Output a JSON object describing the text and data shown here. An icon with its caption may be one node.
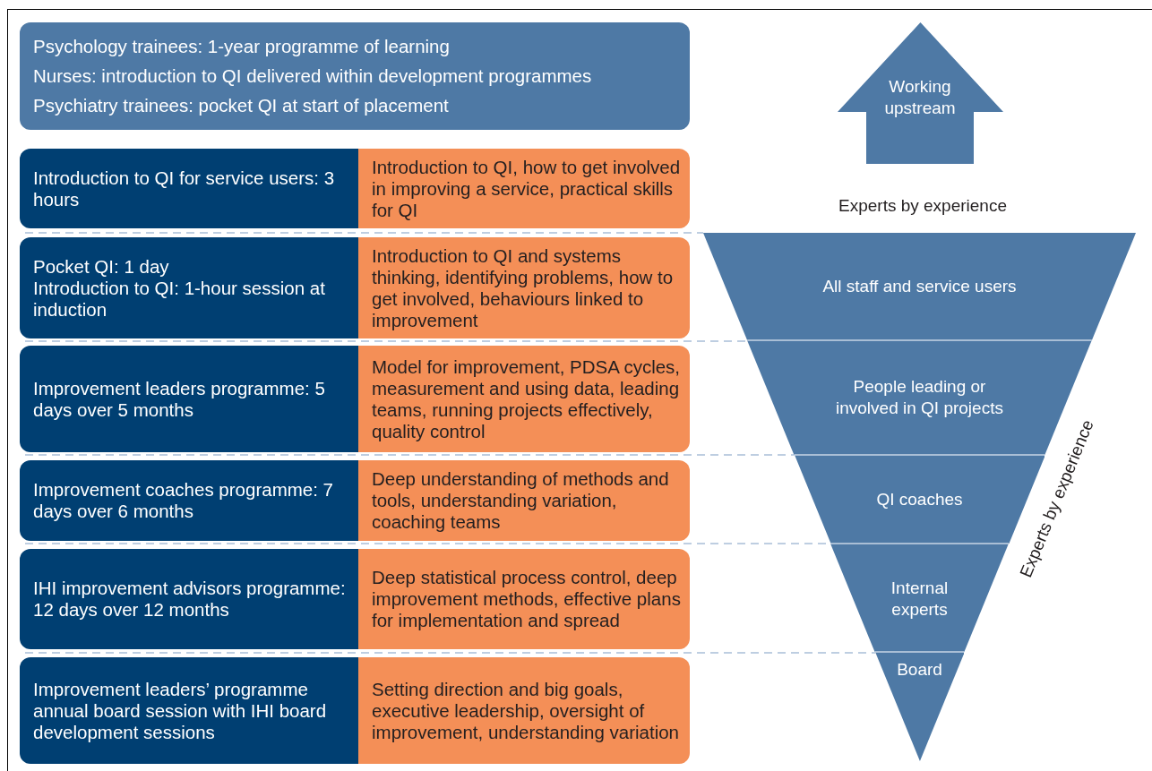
{
  "diagram": {
    "nodes": [
      {
        "text": [
          "Psychology trainees: 1-year programme of learning",
          "Nurses: introduction to QI delivered within development programmes",
          "Psychiatry trainees: pocket QI at start of placement"
        ]
      },
      {
        "text": [
          "Introduction to QI for service users: 3 hours"
        ]
      },
      {
        "text": [
          "Introduction to QI, how to get involved in improving a service, practical skills for QI"
        ]
      },
      {
        "text": [
          "Pocket QI: 1 day",
          "Introduction to QI: 1-hour session at induction"
        ]
      },
      {
        "text": [
          "Introduction to QI and systems thinking, identifying problems, how to get involved, behaviours linked to improvement"
        ]
      },
      {
        "text": [
          "Improvement leaders programme: 5 days over 5 months"
        ]
      },
      {
        "text": [
          "Model for improvement, PDSA cycles, measurement and using data, leading teams, running projects effectively, quality control"
        ]
      },
      {
        "text": [
          "Improvement coaches programme: 7 days over 6 months"
        ]
      },
      {
        "text": [
          "Deep understanding of methods and tools, understanding variation, coaching teams"
        ]
      },
      {
        "text": [
          "IHI improvement advisors programme: 12 days over 12 months"
        ]
      },
      {
        "text": [
          "Deep statistical process control, deep improvement methods, effective plans for implementation and spread"
        ]
      },
      {
        "text": [
          "Improvement leaders’ programme annual board session with IHI board development sessions"
        ]
      },
      {
        "text": [
          "Setting direction and big goals, executive leadership, oversight of improvement, understanding variation"
        ]
      },
      {
        "text": [
          "Working upstream"
        ]
      },
      {
        "text": [
          "All staff and service users"
        ]
      },
      {
        "text": [
          "People leading or involved in QI projects"
        ]
      },
      {
        "text": [
          "QI coaches"
        ]
      },
      {
        "text": [
          "Internal experts"
        ]
      },
      {
        "text": [
          "Board"
        ]
      }
    ],
    "labels": [
      "Experts by experience",
      "Experts by experience"
    ]
  }
}
